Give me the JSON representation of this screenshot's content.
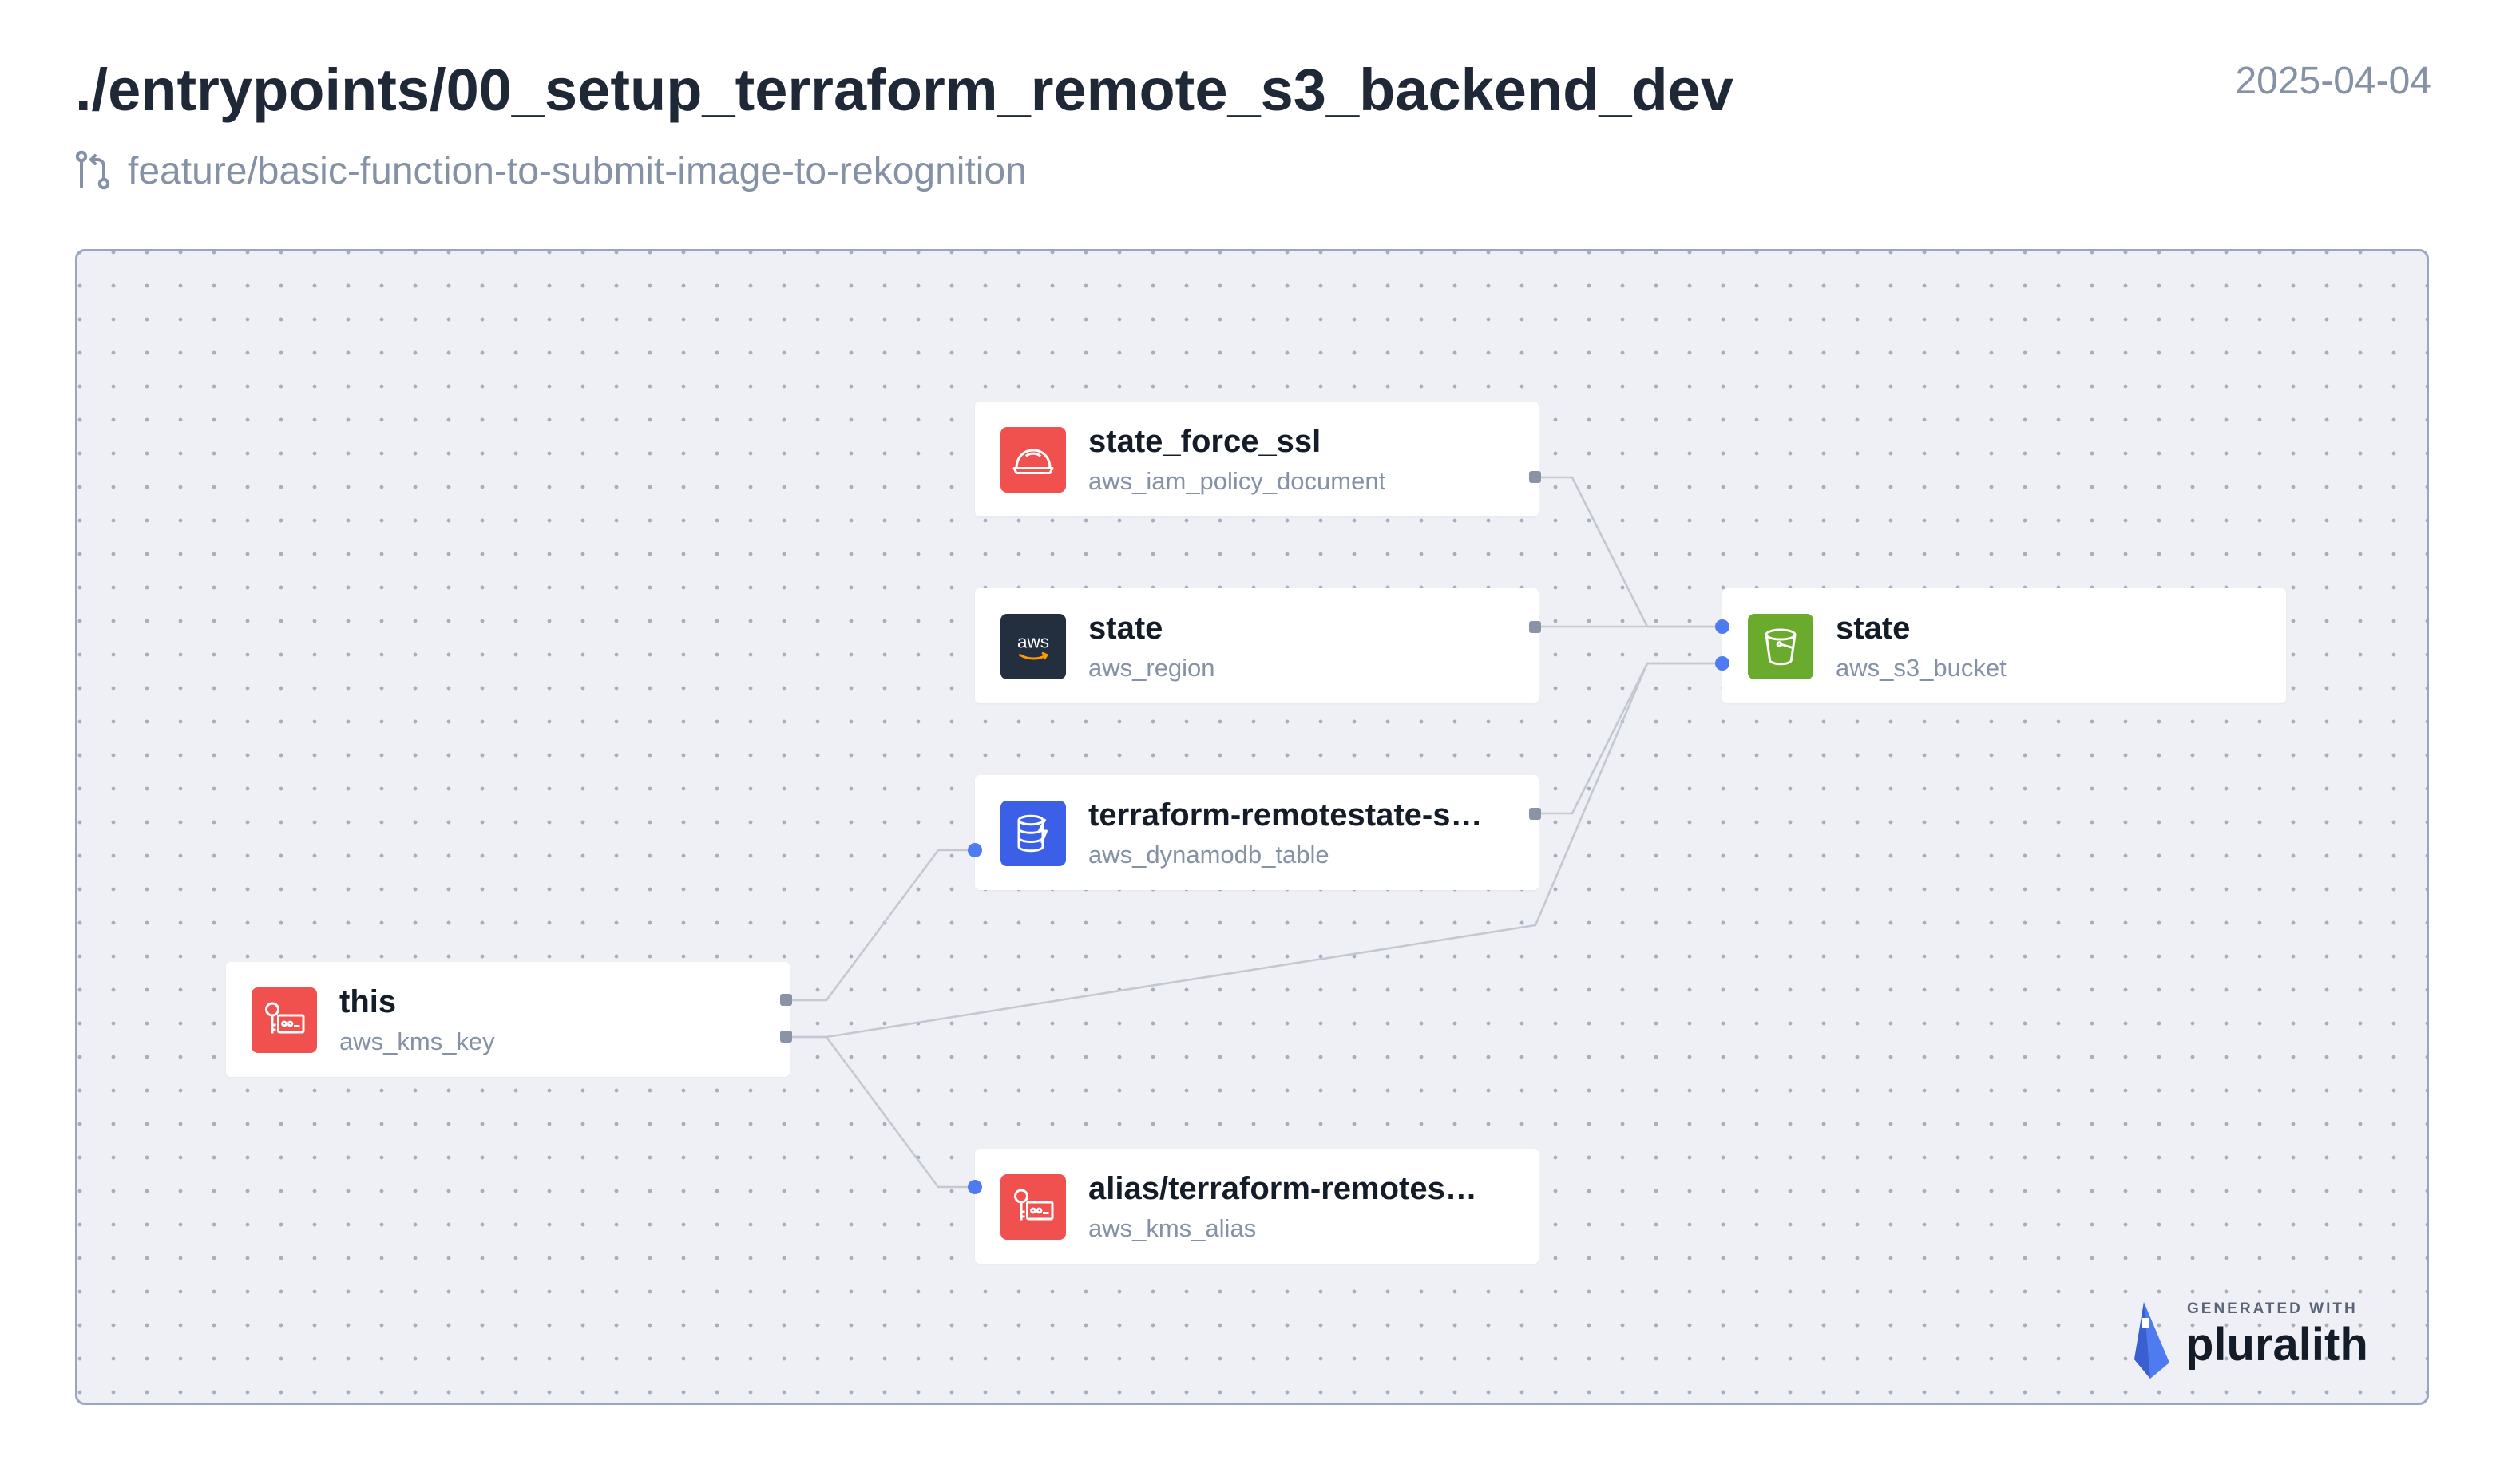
{
  "header": {
    "title": "./entrypoints/00_setup_terraform_remote_s3_backend_dev",
    "date": "2025-04-04",
    "branch": "feature/basic-function-to-submit-image-to-rekognition",
    "branch_icon": "git-pull-request-icon"
  },
  "nodes": [
    {
      "id": "state_force_ssl",
      "name": "state_force_ssl",
      "type": "aws_iam_policy_document",
      "icon": "iam-helmet-icon",
      "color": "#f0514f"
    },
    {
      "id": "state_region",
      "name": "state",
      "type": "aws_region",
      "icon": "aws-logo-icon",
      "color": "#232f3e"
    },
    {
      "id": "dynamodb",
      "name": "terraform-remotestate-s…",
      "type": "aws_dynamodb_table",
      "icon": "dynamodb-icon",
      "color": "#3b5fe6"
    },
    {
      "id": "kms_key",
      "name": "this",
      "type": "aws_kms_key",
      "icon": "kms-key-icon",
      "color": "#f0514f"
    },
    {
      "id": "kms_alias",
      "name": "alias/terraform-remotes…",
      "type": "aws_kms_alias",
      "icon": "kms-key-icon",
      "color": "#f0514f"
    },
    {
      "id": "s3_bucket",
      "name": "state",
      "type": "aws_s3_bucket",
      "icon": "s3-bucket-icon",
      "color": "#6aab2e"
    }
  ],
  "edges": [
    {
      "from": "state_force_ssl",
      "to": "s3_bucket"
    },
    {
      "from": "state_region",
      "to": "s3_bucket"
    },
    {
      "from": "dynamodb",
      "to": "s3_bucket"
    },
    {
      "from": "kms_key",
      "to": "dynamodb"
    },
    {
      "from": "kms_key",
      "to": "s3_bucket"
    },
    {
      "from": "kms_key",
      "to": "kms_alias"
    }
  ],
  "branding": {
    "generated_with": "GENERATED WITH",
    "product": "pluralith",
    "logo": "pluralith-logo-icon"
  }
}
